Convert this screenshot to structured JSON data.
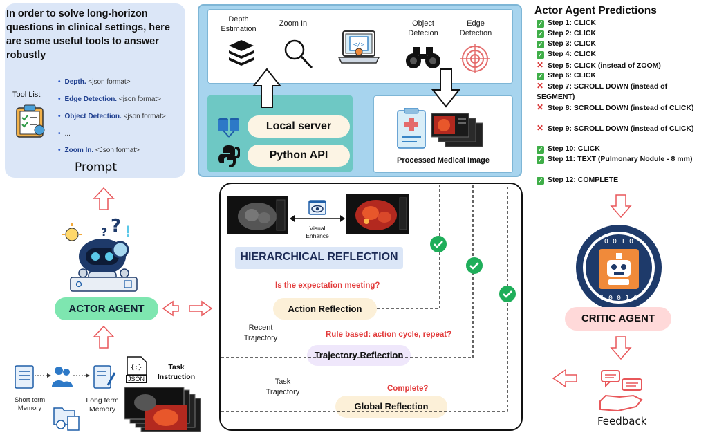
{
  "prompt": {
    "intro": "In order to solve long-horizon questions in clinical settings, here are some useful tools to answer robustly",
    "tool_list_label": "Tool List",
    "tools": [
      {
        "name": "Depth.",
        "format": "<json format>"
      },
      {
        "name": "Edge Detection.",
        "format": "<json format>"
      },
      {
        "name": "Object Detection.",
        "format": "<json format>"
      },
      {
        "name": "...",
        "format": ""
      },
      {
        "name": "Zoom In.",
        "format": "<Json format>"
      }
    ],
    "title": "Prompt"
  },
  "tools_panel": {
    "tools": [
      "Depth\nEstimation",
      "Zoom In",
      "Object\nDetecion",
      "Edge\nDetection"
    ],
    "local_server": "Local server",
    "python_api": "Python API",
    "processed": "Processed Medical Image"
  },
  "reflection": {
    "visual_enhance": "Visual\nEnhance",
    "hierarchical": "HIERARCHICAL REFLECTION",
    "q_expectation": "Is the expectation meeting?",
    "action": "Action Reflection",
    "recent": "Recent\nTrajectory",
    "q_rule": "Rule based: action cycle, repeat?",
    "trajectory": "Trajectory  Reflection",
    "task_traj": "Task\nTrajectory",
    "q_complete": "Complete?",
    "global": "Global Reflection"
  },
  "actor": {
    "label": "ACTOR AGENT",
    "short_term": "Short term\nMemory",
    "long_term": "Long term\nMemory",
    "json": "JSON",
    "task_instruction": "Task\nInstruction"
  },
  "predictions": {
    "title": "Actor Agent Predictions",
    "steps": [
      {
        "ok": true,
        "text": "Step 1: CLICK"
      },
      {
        "ok": true,
        "text": "Step 2: CLICK"
      },
      {
        "ok": true,
        "text": "Step 3: CLICK"
      },
      {
        "ok": true,
        "text": "Step 4: CLICK"
      },
      {
        "ok": false,
        "text": "Step 5: CLICK (instead of ZOOM)"
      },
      {
        "ok": true,
        "text": "Step 6: CLICK"
      },
      {
        "ok": false,
        "text": "Step 7: SCROLL DOWN (instead of SEGMENT)"
      },
      {
        "ok": false,
        "text": "Step 8: SCROLL DOWN (instead of CLICK)"
      },
      {
        "ok": false,
        "text": "Step 9: SCROLL DOWN (instead of CLICK)"
      },
      {
        "ok": true,
        "text": "Step 10: CLICK"
      },
      {
        "ok": true,
        "text": "Step 11: TEXT (Pulmonary Nodule - 8 mm)"
      },
      {
        "ok": true,
        "text": "Step 12: COMPLETE"
      }
    ]
  },
  "critic": {
    "label": "CRITIC AGENT",
    "binary": "0 1 0 1 0 0 1 0 1 1 0",
    "feedback": "Feedback"
  },
  "colors": {
    "prompt_bg": "#dbe6f7",
    "tools_bg": "#a7d4ee",
    "api_bg": "#6ec8c4",
    "actor_pill": "#7ee6b0",
    "critic_pill": "#ffd9d9",
    "red_arrow": "#e8575a",
    "check_green": "#1fae5a"
  }
}
